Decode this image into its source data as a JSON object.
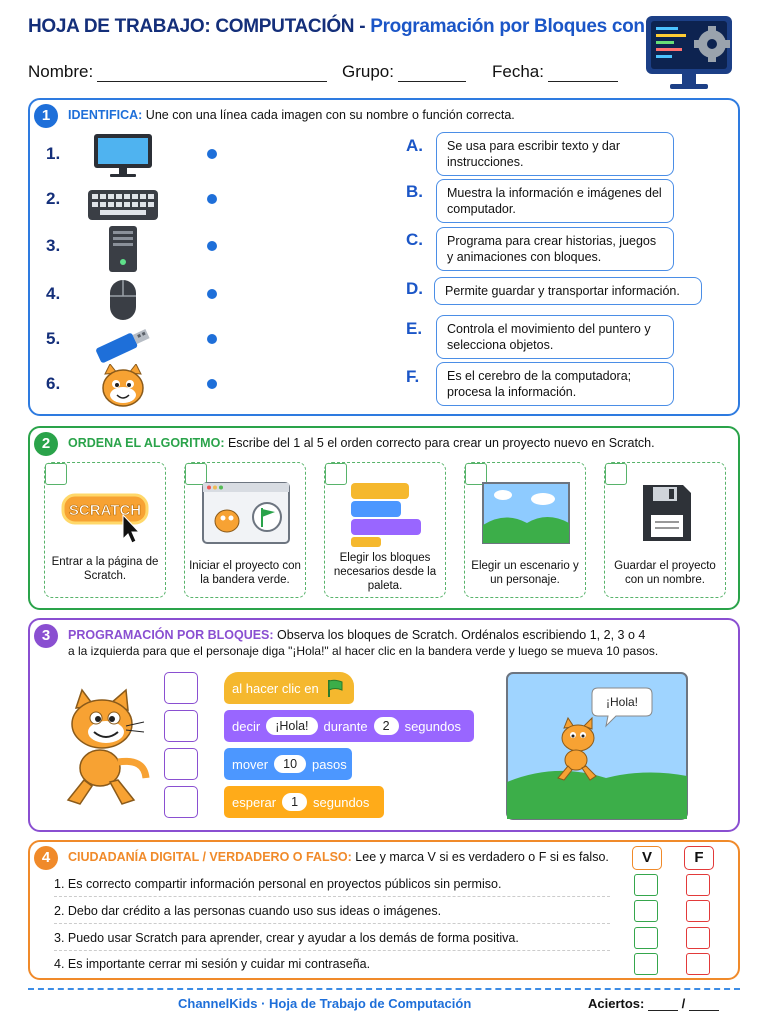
{
  "header": {
    "title_main": "HOJA DE TRABAJO: COMPUTACIÓN - ",
    "title_sub": "Programación por Bloques con Scratch",
    "name_label": "Nombre:",
    "group_label": "Grupo:",
    "date_label": "Fecha:"
  },
  "s1": {
    "num": "1",
    "title": "IDENTIFICA:",
    "instruction": "Une con una línea cada imagen con su nombre o función correcta.",
    "items": [
      {
        "num": "1.",
        "icon": "monitor-icon"
      },
      {
        "num": "2.",
        "icon": "keyboard-icon"
      },
      {
        "num": "3.",
        "icon": "cpu-tower-icon"
      },
      {
        "num": "4.",
        "icon": "mouse-icon"
      },
      {
        "num": "5.",
        "icon": "usb-drive-icon"
      },
      {
        "num": "6.",
        "icon": "scratch-cat-icon"
      }
    ],
    "options": [
      {
        "letter": "A.",
        "text": "Se usa para escribir texto y dar instrucciones."
      },
      {
        "letter": "B.",
        "text": "Muestra la información e imágenes del computador."
      },
      {
        "letter": "C.",
        "text": "Programa para crear historias, juegos y animaciones con bloques."
      },
      {
        "letter": "D.",
        "text": "Permite guardar y transportar información."
      },
      {
        "letter": "E.",
        "text": "Controla el movimiento del puntero y selecciona objetos."
      },
      {
        "letter": "F.",
        "text": "Es el cerebro de la computadora; procesa la información."
      }
    ]
  },
  "s2": {
    "num": "2",
    "title": "ORDENA EL ALGORITMO:",
    "instruction": "Escribe del 1 al 5 el orden correcto para crear un proyecto nuevo en Scratch.",
    "logo_text": "SCRATCH",
    "cards": [
      {
        "label": "Entrar a la página de Scratch."
      },
      {
        "label": "Iniciar el proyecto con la bandera verde."
      },
      {
        "label": "Elegir los bloques necesarios desde la paleta."
      },
      {
        "label": "Elegir un escenario y un personaje."
      },
      {
        "label": "Guardar el proyecto con un nombre."
      }
    ]
  },
  "s3": {
    "num": "3",
    "title": "PROGRAMACIÓN POR BLOQUES:",
    "instruction1": "Observa los bloques de Scratch. Ordénalos escribiendo 1, 2, 3 o 4",
    "instruction2": "a la izquierda para que el personaje diga \"¡Hola!\" al hacer clic en la bandera verde y luego se mueva 10 pasos.",
    "blocks": {
      "b1": "al hacer clic en",
      "b2a": "decir",
      "b2b": "¡Hola!",
      "b2c": "durante",
      "b2d": "2",
      "b2e": "segundos",
      "b3a": "mover",
      "b3b": "10",
      "b3c": "pasos",
      "b4a": "esperar",
      "b4b": "1",
      "b4c": "segundos"
    },
    "speech": "¡Hola!"
  },
  "s4": {
    "num": "4",
    "title": "CIUDADANÍA DIGITAL / VERDADERO O FALSO:",
    "instruction": "Lee y marca V si es verdadero o F si es falso.",
    "v_label": "V",
    "f_label": "F",
    "statements": [
      "1.   Es correcto compartir información personal en proyectos públicos sin permiso.",
      "2.   Debo dar crédito a las personas cuando uso sus ideas o imágenes.",
      "3.   Puedo usar Scratch para aprender, crear y ayudar a los demás de forma positiva.",
      "4.   Es importante cerrar mi sesión y cuidar mi contraseña."
    ]
  },
  "footer": {
    "center": "ChannelKids · Hoja de Trabajo de Computación",
    "score_label": "Aciertos:",
    "score_sep": "/"
  },
  "colors": {
    "blue": "#2e7be0",
    "green": "#2aa34a",
    "purple": "#8a4fd1",
    "orange": "#f08a2a",
    "events": "#f5b82e",
    "looks": "#9966ff",
    "motion": "#4c97ff",
    "control": "#ffab19"
  }
}
